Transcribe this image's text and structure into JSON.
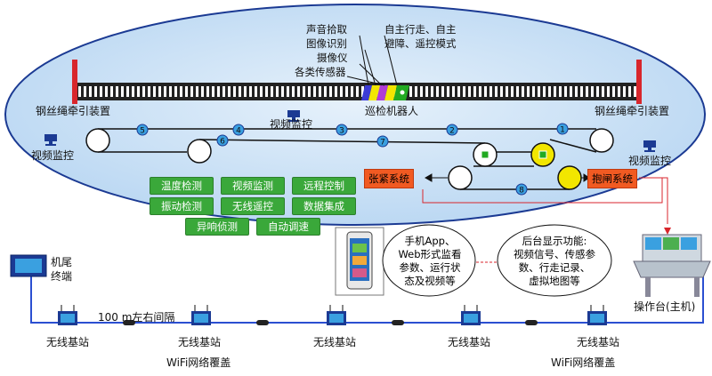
{
  "robot_callouts": {
    "sound": "声音拾取",
    "image": "图像识别",
    "camera": "摄像仪",
    "sensors": "各类传感器",
    "autonomous_line1": "自主行走、自主",
    "autonomous_line2": "避障、遥控模式"
  },
  "robot_label": "巡检机器人",
  "traction_left": "钢丝绳牵引装置",
  "traction_right": "钢丝绳牵引装置",
  "video_monitor_left": "视频监控",
  "video_monitor_center": "视频监控",
  "video_monitor_right": "视频监控",
  "roller_numbers": [
    "1",
    "2",
    "3",
    "4",
    "5",
    "6",
    "7",
    "8"
  ],
  "functions": [
    "温度检测",
    "视频监测",
    "远程控制",
    "振动检测",
    "无线遥控",
    "数据集成",
    "异响侦测",
    "自动调速"
  ],
  "tension_system": "张紧系统",
  "brake_system": "抱闸系统",
  "phone_bubble": [
    "手机App、",
    "Web形式监看",
    "参数、运行状",
    "态及视频等"
  ],
  "backend_bubble": [
    "后台显示功能:",
    "视频信号、传感参",
    "数、行走记录、",
    "虚拟地图等"
  ],
  "tail_terminal": [
    "机尾",
    "终端"
  ],
  "operator_console": "操作台(主机)",
  "base_station": "无线基站",
  "spacing": "100 m左右间隔",
  "wifi_coverage": "WiFi网络覆盖",
  "colors": {
    "ellipse_fill": "#c8e0f7",
    "ellipse_stroke": "#1b3a93",
    "function_green": "#3aa83a",
    "system_orange": "#f15a22",
    "network_line": "#2b4fd1",
    "robot_stripes": [
      "#3b3bd6",
      "#f2e600",
      "#b03bd6",
      "#22aa22"
    ]
  }
}
